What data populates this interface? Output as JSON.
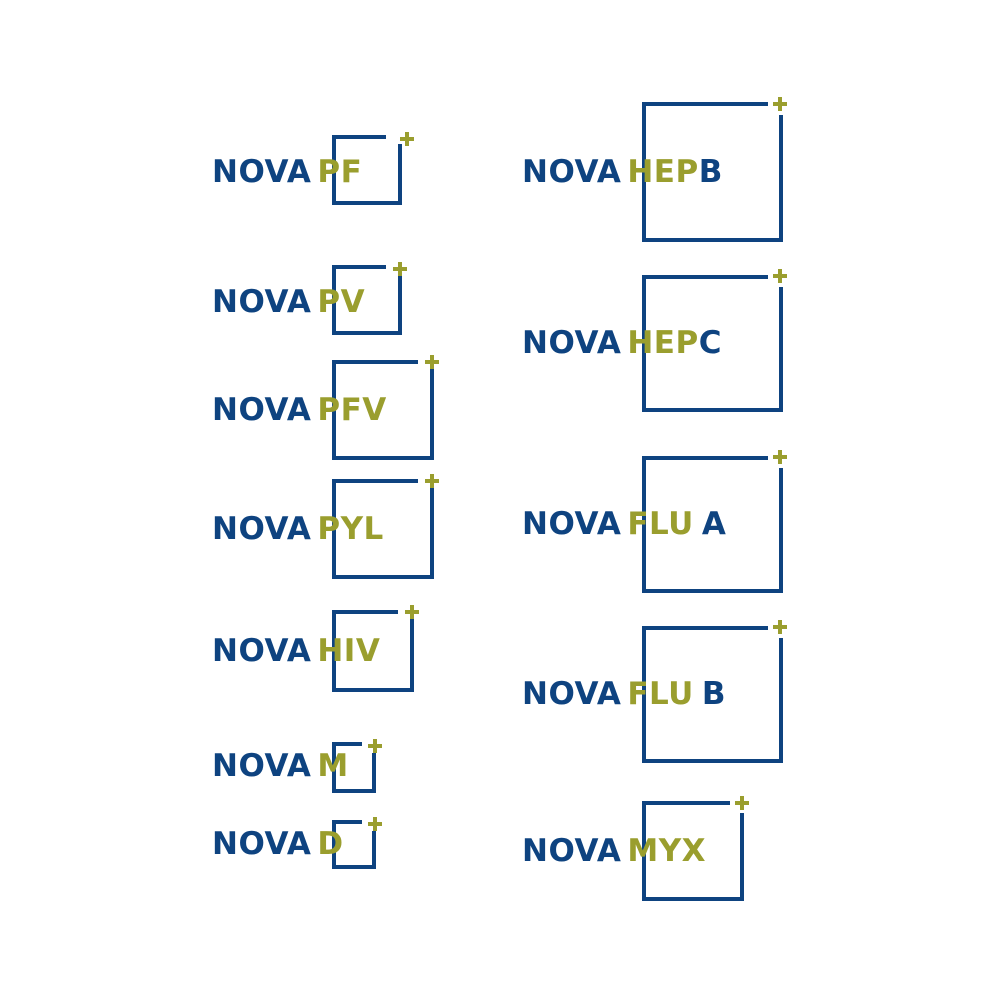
{
  "brand_word": "NOVA",
  "colors": {
    "brand_blue": "#0e4380",
    "accent_olive": "#9a9e2e",
    "background": "#ffffff"
  },
  "icons": {
    "frame": "open-square-frame-icon",
    "plus": "plus-icon"
  },
  "logos": [
    {
      "code": "PF",
      "suffix": ""
    },
    {
      "code": "PV",
      "suffix": ""
    },
    {
      "code": "PFV",
      "suffix": ""
    },
    {
      "code": "PYL",
      "suffix": ""
    },
    {
      "code": "HIV",
      "suffix": ""
    },
    {
      "code": "M",
      "suffix": ""
    },
    {
      "code": "D",
      "suffix": ""
    },
    {
      "code": "HEP",
      "suffix": "B"
    },
    {
      "code": "HEP",
      "suffix": "C"
    },
    {
      "code": "FLU",
      "suffix": "A"
    },
    {
      "code": "FLU",
      "suffix": "B"
    },
    {
      "code": "MYX",
      "suffix": ""
    }
  ]
}
